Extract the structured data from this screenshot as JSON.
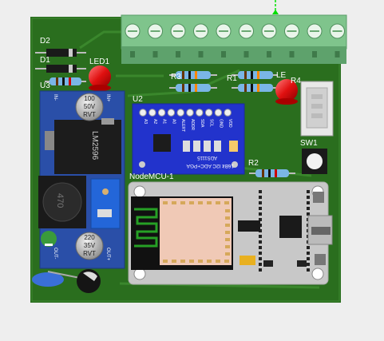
{
  "board": {
    "labels": {
      "d2": "D2",
      "d1": "D1",
      "led1": "LED1",
      "u3": "U3",
      "r3": "R3",
      "r1": "R1",
      "led2": "LE",
      "r4": "R4",
      "u2": "U2",
      "sw1": "SW1",
      "r2": "R2",
      "nodemcu": "NodeMCU-1"
    },
    "buck": {
      "chip": "LM2596",
      "cap1": [
        "100",
        "50V",
        "RVT"
      ],
      "cap2": [
        "220",
        "35V",
        "RVT"
      ],
      "inductor": "470",
      "in_minus": "IN-",
      "in_plus": "IN+",
      "out_minus": "OUT-",
      "out_plus": "OUT+"
    },
    "ads": {
      "pins": [
        "A3",
        "A2",
        "A1",
        "A0",
        "ALERT",
        "ADDR",
        "SDA",
        "SCL",
        "GND",
        "VDD"
      ],
      "bottom_text": "16Bit  I2C  ADC+PGA",
      "chip_name": "ADS1115"
    }
  },
  "colors": {
    "pcb": "#2a6e1e",
    "terminal": "#7fc48c",
    "buck_board": "#2a4fa8",
    "ads_board": "#2233cc",
    "nodemcu_board": "#c8c8c8",
    "led": "#dd1111"
  }
}
